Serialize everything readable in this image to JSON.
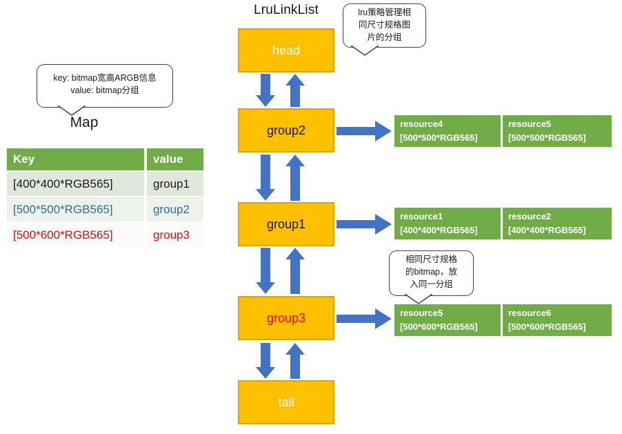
{
  "title": "LruLinkList",
  "map": {
    "label": "Map",
    "callout": {
      "line1": "key: bitmap宽高ARGB信息",
      "line2": "value: bitmap分组"
    },
    "table": {
      "headers": {
        "key": "Key",
        "value": "value"
      },
      "rows": [
        {
          "key": "[400*400*RGB565]",
          "value": "group1"
        },
        {
          "key": "[500*500*RGB565]",
          "value": "group2"
        },
        {
          "key": "[500*600*RGB565]",
          "value": "group3"
        }
      ]
    }
  },
  "linklist": {
    "nodes": [
      {
        "label": "head"
      },
      {
        "label": "group2"
      },
      {
        "label": "group1"
      },
      {
        "label": "group3"
      },
      {
        "label": "tail"
      }
    ]
  },
  "callouts": {
    "lru_strategy": {
      "line1": "lru策略管理相",
      "line2": "同尺寸规格图",
      "line3": "片的分组"
    },
    "same_size": {
      "line1": "相同尺寸规格",
      "line2": "的bitmap，放",
      "line3": "入同一分组"
    }
  },
  "resources": {
    "rows": [
      {
        "items": [
          {
            "name": "resource4",
            "spec": "[500*500*RGB565]"
          },
          {
            "name": "resource5",
            "spec": "[500*500*RGB565]"
          }
        ]
      },
      {
        "items": [
          {
            "name": "resource1",
            "spec": "[400*400*RGB565]"
          },
          {
            "name": "resource2",
            "spec": "[400*400*RGB565]"
          }
        ]
      },
      {
        "items": [
          {
            "name": "resource5",
            "spec": "[500*600*RGB565]"
          },
          {
            "name": "resource6",
            "spec": "[500*600*RGB565]"
          }
        ]
      }
    ]
  },
  "colors": {
    "node_fill": "#FFC000",
    "node_border": "#DBA400",
    "arrow_blue": "#4472C4",
    "resource_green": "#70AD47",
    "table_header_green": "#70AD47",
    "key_blue": "#2E6C9F",
    "alert_red": "#FF0000",
    "callout_border": "#3F3F3F"
  }
}
